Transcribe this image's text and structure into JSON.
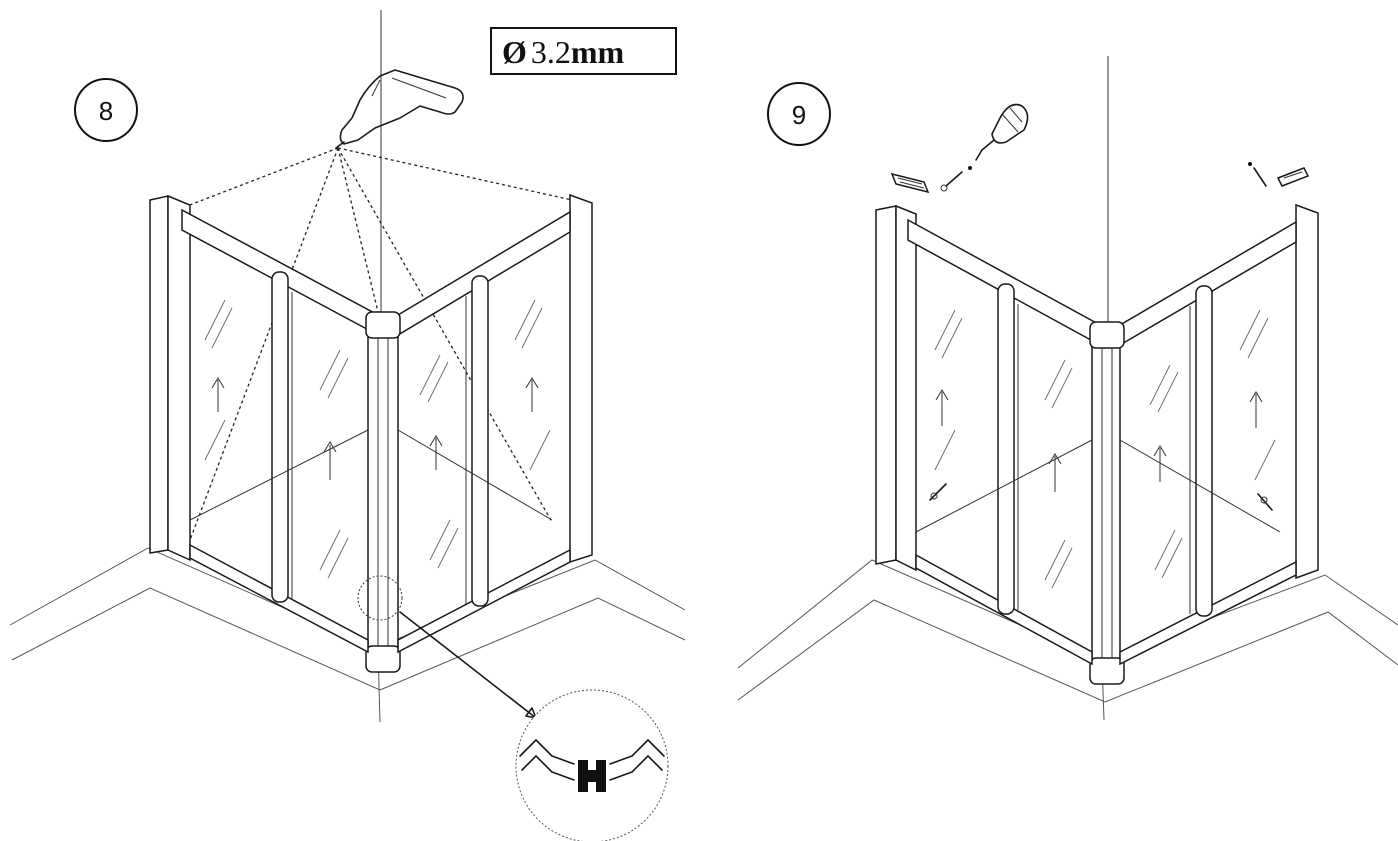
{
  "steps": [
    {
      "number": "8",
      "drill_bit": {
        "symbol": "Ø",
        "size": "3.2",
        "unit": "mm"
      }
    },
    {
      "number": "9"
    }
  ]
}
